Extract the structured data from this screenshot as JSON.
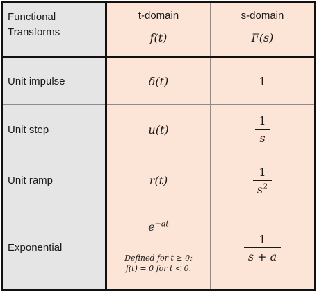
{
  "header": {
    "col1_line1": "Functional",
    "col1_line2": "Transforms",
    "col2_title": "t-domain",
    "col2_symbol": "f(t)",
    "col3_title": "s-domain",
    "col3_symbol": "F(s)"
  },
  "rows": [
    {
      "name": "Unit impulse",
      "t_domain": "δ(t)",
      "s_num": "1",
      "s_den": ""
    },
    {
      "name": "Unit step",
      "t_domain": "u(t)",
      "s_num": "1",
      "s_den": "s"
    },
    {
      "name": "Unit ramp",
      "t_domain": "r(t)",
      "s_num": "1",
      "s_den_base": "s",
      "s_den_exp": "2"
    },
    {
      "name": "Exponential",
      "t_base": "e",
      "t_exp": "−at",
      "note_line1": "Defined for t ≥ 0;",
      "note_line2": "f(t) = 0 for t < 0.",
      "s_num": "1",
      "s_den": "s + a"
    }
  ],
  "colors": {
    "label_bg": "#e5e5e5",
    "cell_bg": "#fce4d6",
    "outline": "#111111",
    "grid": "#8c8c8c"
  }
}
